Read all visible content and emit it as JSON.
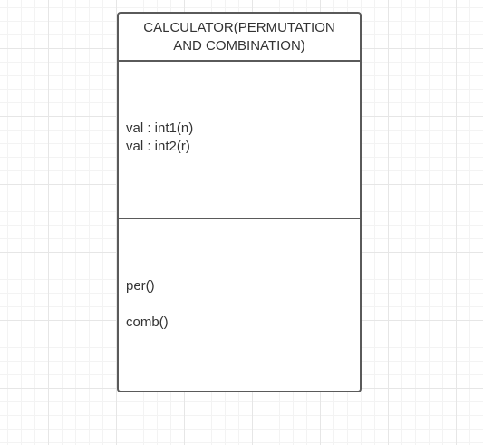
{
  "class_box": {
    "title_line1": "CALCULATOR(PERMUTATION",
    "title_line2": "AND COMBINATION)",
    "attributes": [
      "val : int1(n)",
      "val : int2(r)"
    ],
    "methods": [
      "per()",
      "comb()"
    ]
  }
}
